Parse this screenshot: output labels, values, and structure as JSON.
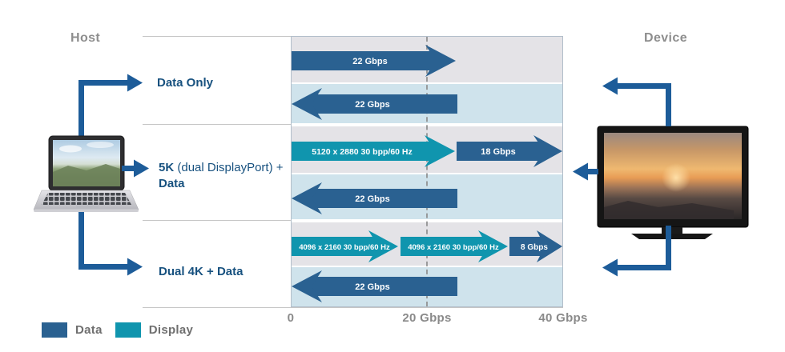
{
  "labels": {
    "host": "Host",
    "device": "Device"
  },
  "rows": [
    {
      "label": "Data Only",
      "arrows": [
        {
          "direction": "right",
          "type": "data",
          "label": "22 Gbps"
        },
        {
          "direction": "left",
          "type": "data",
          "label": "22 Gbps"
        }
      ]
    },
    {
      "label_bold": "5K",
      "label_mid": "(dual DisplayPort) +",
      "label_line2": "Data",
      "arrows": [
        {
          "direction": "right",
          "type": "display",
          "label": "5120 x 2880 30 bpp/60 Hz"
        },
        {
          "direction": "right",
          "type": "data",
          "label": "18 Gbps"
        },
        {
          "direction": "left",
          "type": "data",
          "label": "22 Gbps"
        }
      ]
    },
    {
      "label": "Dual 4K + Data",
      "arrows": [
        {
          "direction": "right",
          "type": "display",
          "label": "4096 x 2160 30 bpp/60 Hz"
        },
        {
          "direction": "right",
          "type": "display",
          "label": "4096 x 2160 30 bpp/60 Hz"
        },
        {
          "direction": "right",
          "type": "data",
          "label": "8 Gbps"
        },
        {
          "direction": "left",
          "type": "data",
          "label": "22 Gbps"
        }
      ]
    }
  ],
  "axis": {
    "ticks": [
      "0",
      "20 Gbps",
      "40 Gbps"
    ]
  },
  "legend": {
    "items": [
      {
        "label": "Data",
        "color": "#2A6191"
      },
      {
        "label": "Display",
        "color": "#1095AE"
      }
    ]
  },
  "colors": {
    "data_blue": "#2A6191",
    "display_teal": "#1095AE",
    "connector_blue": "#1D5C99",
    "band_gray": "#E4E3E7",
    "band_light_blue": "#CFE3EC",
    "row_label_blue": "#17517F",
    "muted_text_gray": "#8A8A8A"
  },
  "chart_data": {
    "type": "bar",
    "title": "Host-Device bandwidth allocation",
    "xlabel": "Gbps",
    "xlim": [
      0,
      40
    ],
    "x_ticks": [
      "0",
      "20 Gbps",
      "40 Gbps"
    ],
    "legend": [
      "Data",
      "Display"
    ],
    "legend_position": "bottom-left",
    "rows": [
      {
        "scenario": "Data Only",
        "host_to_device": [
          {
            "series": "Data",
            "label": "22 Gbps",
            "gbps": 22
          }
        ],
        "device_to_host": [
          {
            "series": "Data",
            "label": "22 Gbps",
            "gbps": 22
          }
        ]
      },
      {
        "scenario": "5K (dual DisplayPort) + Data",
        "host_to_device": [
          {
            "series": "Display",
            "label": "5120 x 2880 30 bpp/60 Hz",
            "gbps": 24
          },
          {
            "series": "Data",
            "label": "18 Gbps",
            "gbps": 18
          }
        ],
        "device_to_host": [
          {
            "series": "Data",
            "label": "22 Gbps",
            "gbps": 22
          }
        ]
      },
      {
        "scenario": "Dual 4K + Data",
        "host_to_device": [
          {
            "series": "Display",
            "label": "4096 x 2160 30 bpp/60 Hz",
            "gbps": 16
          },
          {
            "series": "Display",
            "label": "4096 x 2160 30 bpp/60 Hz",
            "gbps": 16
          },
          {
            "series": "Data",
            "label": "8 Gbps",
            "gbps": 8
          }
        ],
        "device_to_host": [
          {
            "series": "Data",
            "label": "22 Gbps",
            "gbps": 22
          }
        ]
      }
    ]
  }
}
